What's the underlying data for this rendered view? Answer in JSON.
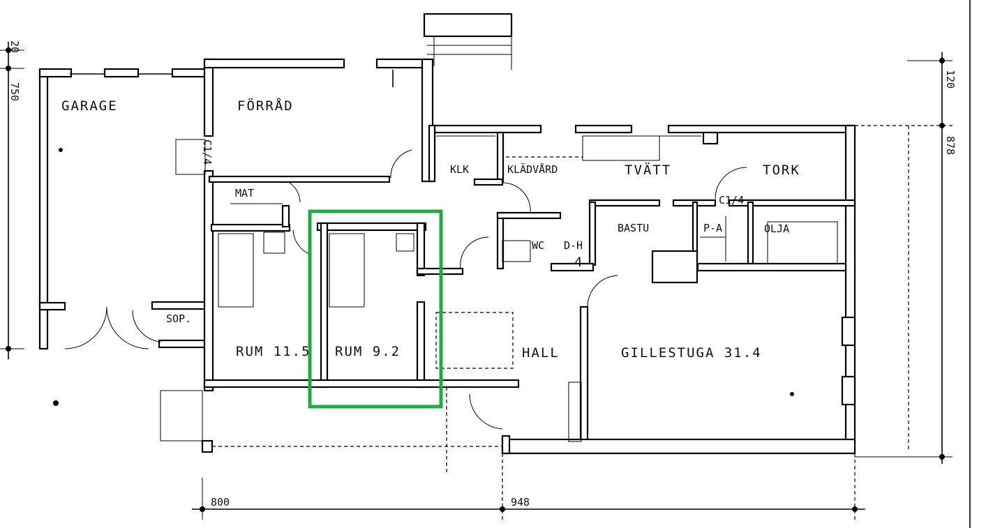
{
  "title": "Floor plan – basement level",
  "rooms": {
    "garage": "GARAGE",
    "forrad": "FÖRRÅD",
    "mat": "MAT",
    "klk": "KLK",
    "kladvard": "KLÄDVÅRD",
    "tvatt": "TVÄTT",
    "tork": "TORK",
    "bastu": "BASTU",
    "pa": "P-A",
    "olja": "OLJA",
    "wc": "WC",
    "dh": "D-H",
    "rum1": "RUM 11.5",
    "rum2": "RUM 9.2",
    "hall": "HALL",
    "gillestuga": "GILLESTUGA 31.4",
    "sop": "SOP."
  },
  "annotations": {
    "c14_a": "C1/4",
    "c14_b": "C1/4",
    "stair_num": "4"
  },
  "dimensions": {
    "left_top": "20",
    "left_main": "750",
    "right_top": "120",
    "right_main": "878",
    "bottom_left": "800",
    "bottom_right": "948"
  },
  "highlight": {
    "target": "RUM 9.2",
    "color": "#22aa44"
  }
}
